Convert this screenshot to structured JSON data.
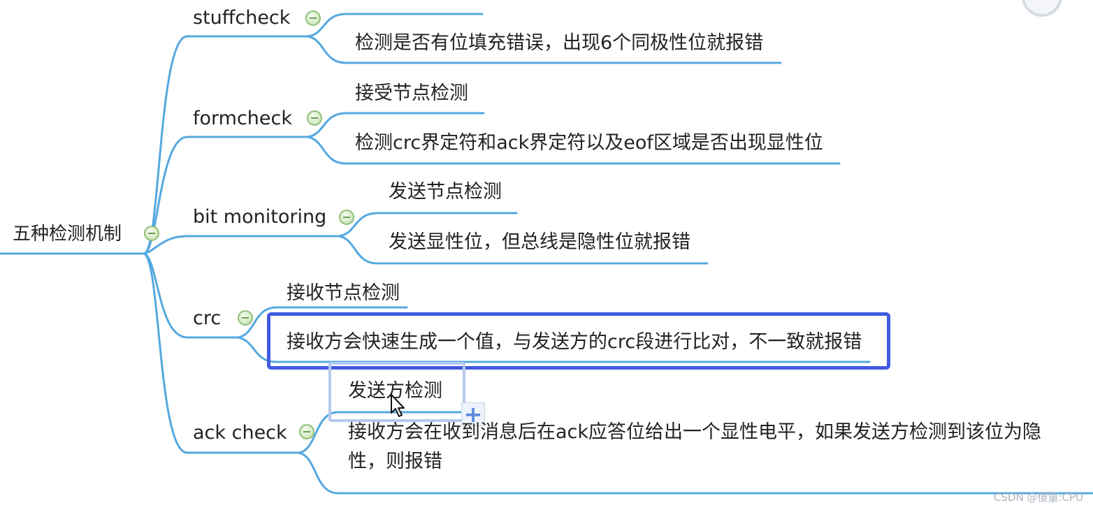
{
  "mindmap": {
    "root": {
      "label": "五种检测机制"
    },
    "branches": [
      {
        "label": "stuffcheck",
        "children": [
          "检测是否有位填充错误，出现6个同极性位就报错"
        ]
      },
      {
        "label": "formcheck",
        "children": [
          "接受节点检测",
          "检测crc界定符和ack界定符以及eof区域是否出现显性位"
        ]
      },
      {
        "label": "bit monitoring",
        "children": [
          "发送节点检测",
          "发送显性位，但总线是隐性位就报错"
        ]
      },
      {
        "label": "crc",
        "children": [
          "接收节点检测",
          "接收方会快速生成一个值，与发送方的crc段进行比对，不一致就报错"
        ]
      },
      {
        "label": "ack check",
        "children": [
          "发送方检测",
          "接收方会在收到消息后在ack应答位给出一个显性电平，如果发送方检测到该位为隐性，则报错"
        ]
      }
    ],
    "colors": {
      "connector": "#55a8e0",
      "selection": "#3f5be0",
      "hover": "#b6caee",
      "collapse_fill": "#d7ecc8"
    }
  },
  "watermark": "CSDN @傻童:CPU"
}
